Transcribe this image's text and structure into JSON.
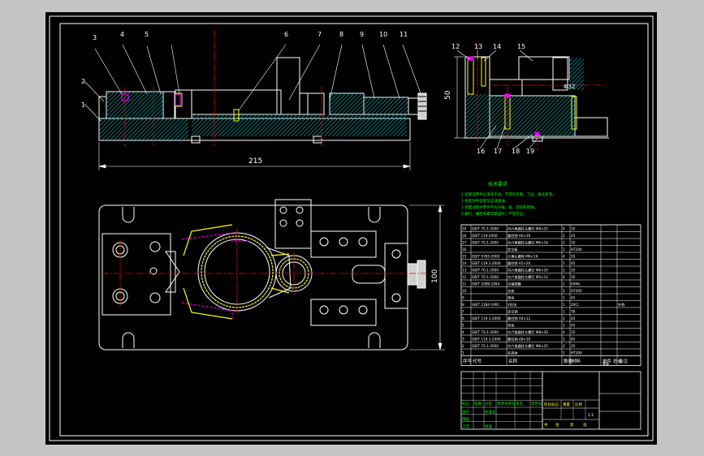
{
  "colors": {
    "frame": "#ffffff",
    "yellow": "#ffff00",
    "red": "#ff0000",
    "cyan": "#00ffff",
    "magenta": "#ff00ff",
    "green": "#00ff00",
    "hatch": "#00a0a0",
    "background": "#000000",
    "outer": "#c4c4c4"
  },
  "balloons": [
    "1",
    "2",
    "3",
    "4",
    "5",
    "6",
    "7",
    "8",
    "9",
    "10",
    "11",
    "12",
    "13",
    "14",
    "15",
    "16",
    "17",
    "18",
    "19"
  ],
  "dimensions": {
    "front_length": "215",
    "side_height": "50",
    "plan_width": "100",
    "side_bore": "Φ32"
  },
  "notes": {
    "title": "技术要求",
    "lines": [
      "1.装配前零件应清洗干净，不得有毛刺、飞边、氧化皮等。",
      "2.各密封件装配前应浸透油。",
      "3.装配过程中零件不允许磕、碰、划伤和锈蚀。",
      "4.螺钉、螺栓和螺母紧固时，严禁打击。"
    ]
  },
  "bom": {
    "rows": [
      {
        "no": "19",
        "code": "GB/T 70.1-2000",
        "name": "内六角圆柱头螺钉 M8×25",
        "qty": "4",
        "mat": "35",
        "note": ""
      },
      {
        "no": "18",
        "code": "GB/T 119-2000",
        "name": "圆柱销 A6×30",
        "qty": "2",
        "mat": "45",
        "note": ""
      },
      {
        "no": "17",
        "code": "GB/T 70.1-2000",
        "name": "内六角圆柱头螺钉 M6×16",
        "qty": "2",
        "mat": "35",
        "note": ""
      },
      {
        "no": "16",
        "code": "",
        "name": "定位板",
        "qty": "1",
        "mat": "HT200",
        "note": ""
      },
      {
        "no": "15",
        "code": "GB/T 5783-2000",
        "name": "六角头螺栓 M6×16",
        "qty": "4",
        "mat": "35",
        "note": ""
      },
      {
        "no": "14",
        "code": "GB/T 119.1-2000",
        "name": "圆柱销 A5×20",
        "qty": "2",
        "mat": "45",
        "note": ""
      },
      {
        "no": "13",
        "code": "GB/T 70.1-2000",
        "name": "内六角圆柱头螺钉 M6×20",
        "qty": "2",
        "mat": "35",
        "note": ""
      },
      {
        "no": "12",
        "code": "GB/T 70.1-2000",
        "name": "内六角圆柱头螺钉 M5×12",
        "qty": "4",
        "mat": "35",
        "note": ""
      },
      {
        "no": "11",
        "code": "GB/T 2089-1994",
        "name": "压缩弹簧",
        "qty": "1",
        "mat": "65Mn",
        "note": ""
      },
      {
        "no": "10",
        "code": "",
        "name": "支座",
        "qty": "1",
        "mat": "HT200",
        "note": ""
      },
      {
        "no": "9",
        "code": "",
        "name": "滑块",
        "qty": "1",
        "mat": "45",
        "note": ""
      },
      {
        "no": "8",
        "code": "GB/T 2184-1991",
        "name": "V形块",
        "qty": "1",
        "mat": "20Cr",
        "note": "外购"
      },
      {
        "no": "7",
        "code": "",
        "name": "定位销",
        "qty": "1",
        "mat": "T8",
        "note": ""
      },
      {
        "no": "6",
        "code": "GB/T 119.1-2000",
        "name": "圆柱销 A4×12",
        "qty": "2",
        "mat": "45",
        "note": ""
      },
      {
        "no": "5",
        "code": "",
        "name": "挡块",
        "qty": "1",
        "mat": "45",
        "note": ""
      },
      {
        "no": "4",
        "code": "GB/T 70.1-2000",
        "name": "内六角圆柱头螺钉 M8×30",
        "qty": "4",
        "mat": "35",
        "note": ""
      },
      {
        "no": "3",
        "code": "GB/T 119.1-2000",
        "name": "圆柱销 A8×30",
        "qty": "2",
        "mat": "45",
        "note": ""
      },
      {
        "no": "2",
        "code": "GB/T 70.1-2000",
        "name": "内六角圆柱头螺钉 M6×25",
        "qty": "2",
        "mat": "35",
        "note": ""
      },
      {
        "no": "1",
        "code": "",
        "name": "夹具体",
        "qty": "1",
        "mat": "HT200",
        "note": ""
      }
    ],
    "header": {
      "no": "序号",
      "code": "代号",
      "name": "名称",
      "qty": "数量",
      "mat": "材料",
      "unit": "单件",
      "total": "总计",
      "weight": "重量",
      "note": "备注"
    }
  },
  "titleblock": {
    "labels": [
      "标记",
      "处数",
      "分区",
      "更改文件号",
      "签名",
      "年月日",
      "设计",
      "标准化",
      "阶段标记",
      "重量",
      "比例",
      "审核",
      "工艺",
      "批准",
      "共",
      "张",
      "第",
      "张"
    ],
    "scale": "1:1"
  }
}
